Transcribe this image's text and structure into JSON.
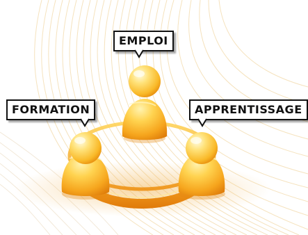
{
  "labels": {
    "emploi": "EMPLOI",
    "formation": "FORMATION",
    "apprentissage": "APPRENTISSAGE"
  },
  "colors": {
    "figure_light": "#ffe27a",
    "figure_mid": "#f9b928",
    "figure_dark": "#e8860c",
    "ring": "#f3a21c",
    "label_border": "#111111",
    "swirl_lines": "#f4dfb6"
  },
  "icons": [
    "person-icon",
    "ring-icon",
    "swirl-lines-decoration"
  ]
}
